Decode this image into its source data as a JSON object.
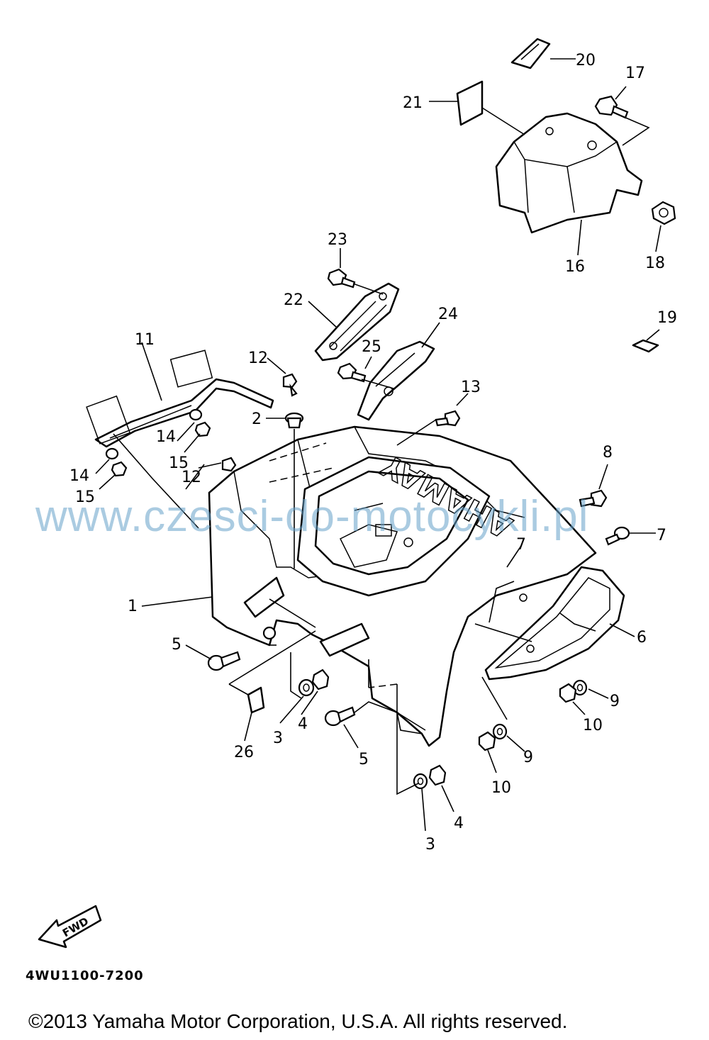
{
  "diagram": {
    "callouts": [
      "1",
      "2",
      "3",
      "4",
      "5",
      "6",
      "7",
      "8",
      "9",
      "10",
      "11",
      "12",
      "13",
      "14",
      "15",
      "16",
      "17",
      "18",
      "19",
      "20",
      "21",
      "22",
      "23",
      "24",
      "25",
      "26"
    ],
    "fender_lettering": "YAMAHA",
    "fwd_arrow_text": "FWD",
    "diagram_code": "4WU1100-7200"
  },
  "watermark": "www.czesci-do-motocykli.pl",
  "copyright": "©2013 Yamaha Motor Corporation, U.S.A. All rights reserved."
}
